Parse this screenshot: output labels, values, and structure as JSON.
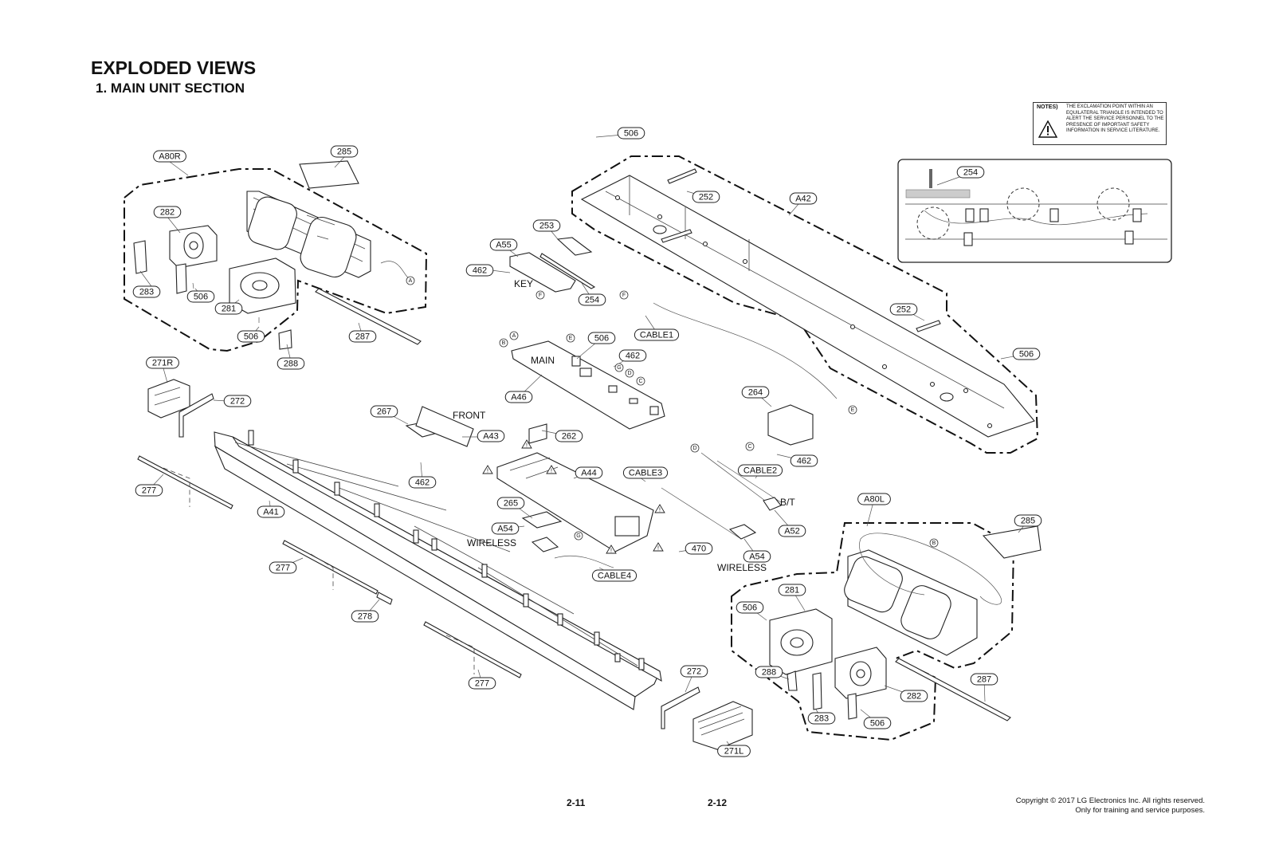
{
  "page": {
    "title": "EXPLODED VIEWS",
    "subtitle": "1. MAIN UNIT SECTION",
    "page_left": "2-11",
    "page_right": "2-12",
    "copyright_line1": "Copyright © 2017 LG Electronics Inc. All rights reserved.",
    "copyright_line2": "Only for training and service purposes."
  },
  "notes": {
    "label": "NOTES)",
    "text": "THE EXCLAMATION POINT WITHIN AN EQUILATERAL TRIANGLE IS INTENDED TO ALERT THE SERVICE PERSONNEL TO THE PRESENCE OF IMPORTANT SAFETY INFORMATION IN SERVICE LITERATURE.",
    "icon": "warning-triangle-icon"
  },
  "callouts": [
    "A80R",
    "285",
    "282",
    "283",
    "506",
    "281",
    "506",
    "287",
    "288",
    "271R",
    "272",
    "277",
    "A41",
    "277",
    "278",
    "277",
    "267",
    "A43",
    "462",
    "A55",
    "462",
    "253",
    "254",
    "A46",
    "506",
    "462",
    "262",
    "A44",
    "CABLE3",
    "265",
    "A54",
    "470",
    "CABLE4",
    "506",
    "252",
    "A42",
    "254",
    "252",
    "506",
    "CABLE1",
    "264",
    "462",
    "CABLE2",
    "A52",
    "A54",
    "A80L",
    "285",
    "281",
    "506",
    "288",
    "283",
    "506",
    "282",
    "287",
    "272",
    "271L"
  ],
  "words": [
    "KEY",
    "MAIN",
    "FRONT",
    "WIRELESS",
    "B/T",
    "WIRELESS"
  ],
  "connectors": [
    "A",
    "F",
    "A",
    "B",
    "E",
    "G",
    "D",
    "C",
    "F",
    "E",
    "D",
    "C",
    "G",
    "B"
  ]
}
